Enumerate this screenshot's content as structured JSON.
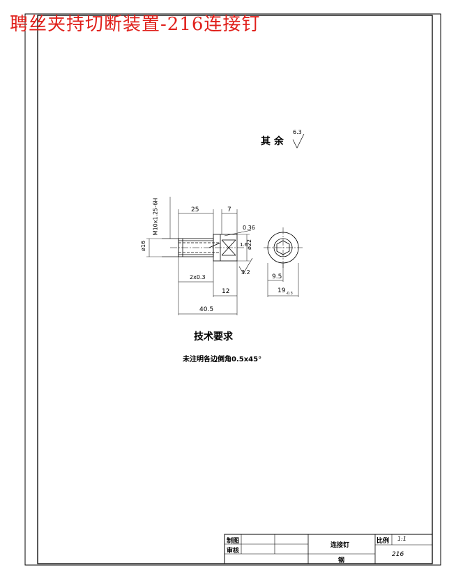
{
  "banner": {
    "title": "聘丝夹持切断装置-216连接钉",
    "color": "#e0201b"
  },
  "roughness_note": {
    "label": "其 余",
    "value": "6.3"
  },
  "dimensions": {
    "len_25": "25",
    "len_7": "7",
    "thread": "M10x1.25-6H",
    "dia_16": "ø16",
    "chamfer_a": "0.36",
    "roughness_1_6": "1.6",
    "dia_22": "ø22",
    "groove": "2x0.3",
    "len_12": "12",
    "len_40_5": "40.5",
    "roughness_3_2": "3.2",
    "end_9_5": "9.5",
    "end_19": "19",
    "end_19_tol": "-0.3"
  },
  "requirements": {
    "title": "技术要求",
    "line1": "未注明各边倒角0.5x45°"
  },
  "title_block": {
    "drawn_label": "制图",
    "checked_label": "审核",
    "part_name": "连接钉",
    "material": "钢",
    "scale_label": "比例",
    "scale_value": "1:1",
    "drawing_no": "216"
  }
}
